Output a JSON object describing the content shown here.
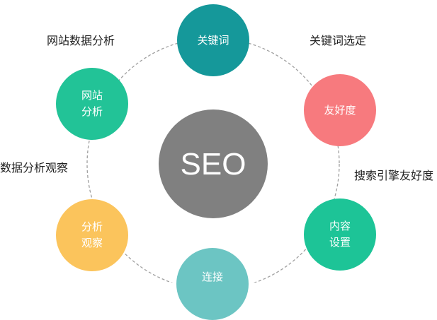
{
  "diagram": {
    "type": "radial-concept-map",
    "center": {
      "label": "SEO",
      "color": "#808080"
    },
    "nodes": [
      {
        "id": "keywords",
        "label": "关键词",
        "color": "#15989a"
      },
      {
        "id": "friendliness",
        "label": "友好度",
        "color": "#f77a7e"
      },
      {
        "id": "content-setup",
        "label": "内容设置",
        "color": "#1dc497"
      },
      {
        "id": "links",
        "label": "连接",
        "color": "#6cc5c3"
      },
      {
        "id": "analysis-observation",
        "label": "分析观察",
        "color": "#fbc45c"
      },
      {
        "id": "website-analysis",
        "label": "网站分析",
        "color": "#22c397"
      }
    ],
    "annotations": [
      {
        "id": "website-data-analysis",
        "text": "网站数据分析"
      },
      {
        "id": "keyword-selection",
        "text": "关键词选定"
      },
      {
        "id": "search-engine-friendliness",
        "text": "搜索引擎友好度"
      },
      {
        "id": "data-analysis-observation",
        "text": "数据分析观察"
      }
    ],
    "ring": {
      "style": "dashed",
      "color": "#a0a0a0"
    }
  }
}
